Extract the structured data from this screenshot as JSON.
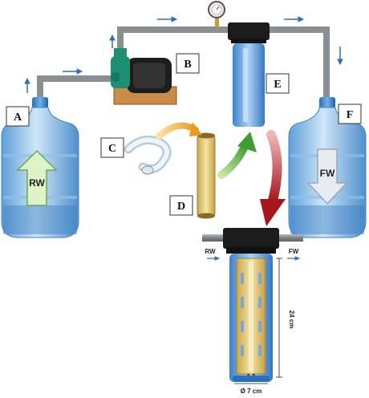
{
  "labels": {
    "A": "A",
    "B": "B",
    "C": "C",
    "D": "D",
    "E": "E",
    "F": "F"
  },
  "bottle_left_text": "RW",
  "bottle_right_text": "FW",
  "housing_inlet": "RW",
  "housing_outlet": "FW",
  "height_dim": "24 cm",
  "diameter_dim": "Ø 7 cm",
  "colors": {
    "pipe": "#8a8f94",
    "water": "#8fc6f0",
    "filter_blue": "#6aa6e0",
    "cartridge": "#e8d58a",
    "arrow_green": "#7ac143",
    "arrow_red": "#b3262b",
    "arrow_orange": "#f0a830",
    "flow_arrow": "#2f6fb5"
  }
}
